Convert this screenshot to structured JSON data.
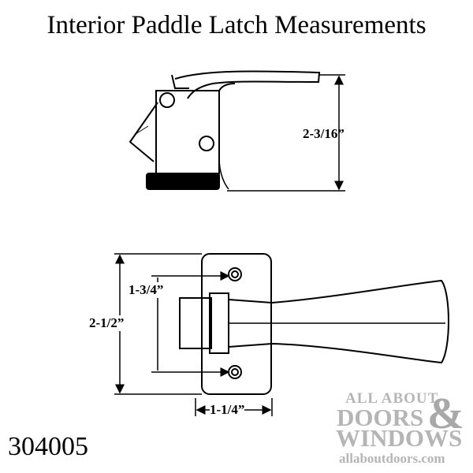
{
  "title": "Interior Paddle Latch Measurements",
  "dimensions": {
    "height_side": "2-3/16”",
    "overall_height": "2-1/2”",
    "hole_spacing": "1-3/4”",
    "plate_width": "1-1/4”"
  },
  "part_number": "304005",
  "logo": {
    "line1": "ALL ABOUT",
    "line2": "DOORS",
    "ampersand": "&",
    "line3": "WINDOWS",
    "url": "allaboutdoors.com"
  }
}
